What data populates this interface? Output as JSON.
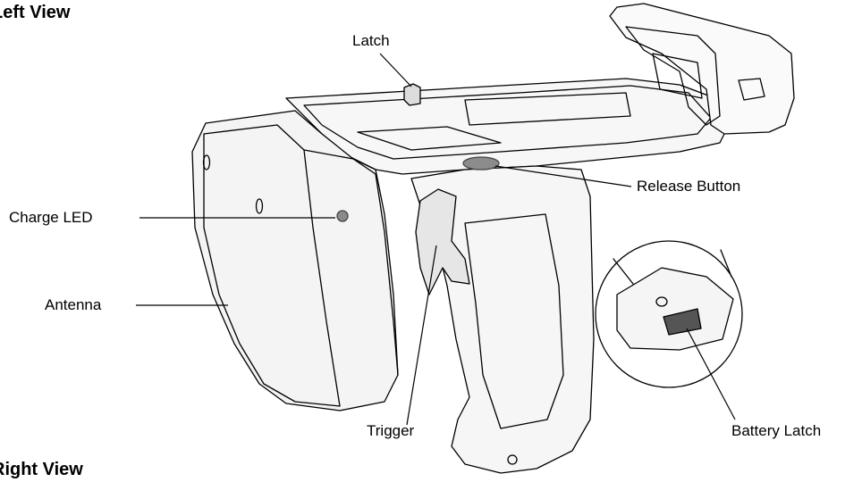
{
  "headings": {
    "top": "Left View",
    "bottom": "Right View"
  },
  "callouts": {
    "latch": "Latch",
    "release_button": "Release Button",
    "charge_led": "Charge LED",
    "antenna": "Antenna",
    "trigger": "Trigger",
    "battery_latch": "Battery Latch"
  }
}
